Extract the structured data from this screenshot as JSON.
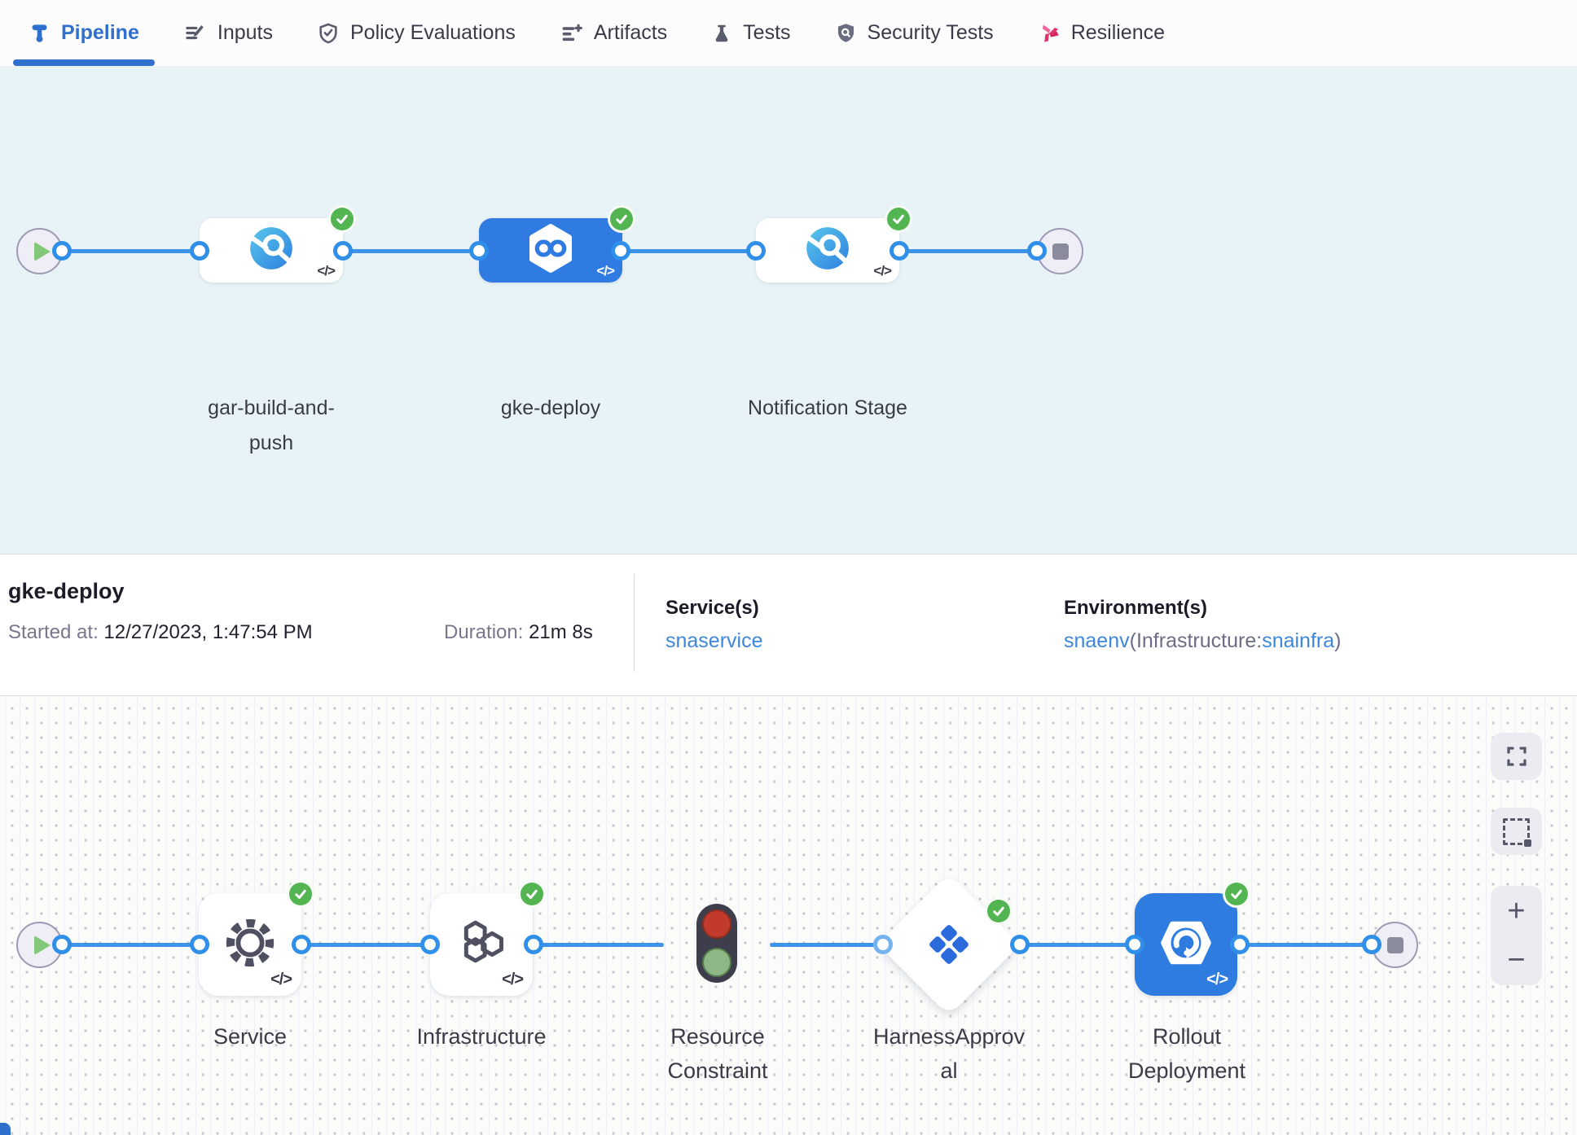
{
  "tabs": [
    {
      "label": "Pipeline",
      "icon": "pipeline-icon",
      "active": true
    },
    {
      "label": "Inputs",
      "icon": "inputs-icon",
      "active": false
    },
    {
      "label": "Policy Evaluations",
      "icon": "policy-shield-check-icon",
      "active": false
    },
    {
      "label": "Artifacts",
      "icon": "artifacts-list-plus-icon",
      "active": false
    },
    {
      "label": "Tests",
      "icon": "flask-icon",
      "active": false
    },
    {
      "label": "Security Tests",
      "icon": "security-shield-icon",
      "active": false
    },
    {
      "label": "Resilience",
      "icon": "resilience-chaos-icon",
      "active": false
    }
  ],
  "top_graph": {
    "code_glyph": "</>",
    "stages": [
      {
        "name": "gar-build-and-push",
        "type": "ci-build-stage",
        "status": "success",
        "selected": false
      },
      {
        "name": "gke-deploy",
        "type": "cd-deploy-stage",
        "status": "success",
        "selected": true
      },
      {
        "name": "Notification Stage",
        "type": "custom-stage",
        "status": "success",
        "selected": false
      }
    ]
  },
  "details": {
    "title": "gke-deploy",
    "started_label": "Started at:",
    "started_value": "12/27/2023, 1:47:54 PM",
    "duration_label": "Duration:",
    "duration_value": "21m 8s",
    "services_label": "Service(s)",
    "service_link": "snaservice",
    "environments_label": "Environment(s)",
    "env_link": "snaenv",
    "env_infra_prefix": "(Infrastructure:",
    "env_infra_link": "snainfra",
    "env_suffix": ")"
  },
  "exec_graph": {
    "code_glyph": "</>",
    "steps": [
      {
        "name": "Service",
        "type": "service-step",
        "status": "success"
      },
      {
        "name": "Infrastructure",
        "type": "infrastructure-step",
        "status": "success"
      },
      {
        "name": "Resource Constraint",
        "type": "resource-constraint-step",
        "status": "none"
      },
      {
        "name": "HarnessApproval",
        "type": "harness-approval-step",
        "status": "success"
      },
      {
        "name": "Rollout Deployment",
        "type": "rollout-deployment-step",
        "status": "success"
      }
    ]
  },
  "canvas_controls": {
    "zoom_in_label": "+",
    "zoom_out_label": "−"
  },
  "colors": {
    "accent_blue": "#2f6fce",
    "connector_blue": "#3d93e8",
    "stage_blue": "#2f7be2",
    "success_green": "#53b552",
    "link_blue": "#3d87dc",
    "resilience_pink": "#e0336e",
    "top_canvas_bg": "#e8f3f7",
    "exec_canvas_bg": "#fbfbfa"
  }
}
